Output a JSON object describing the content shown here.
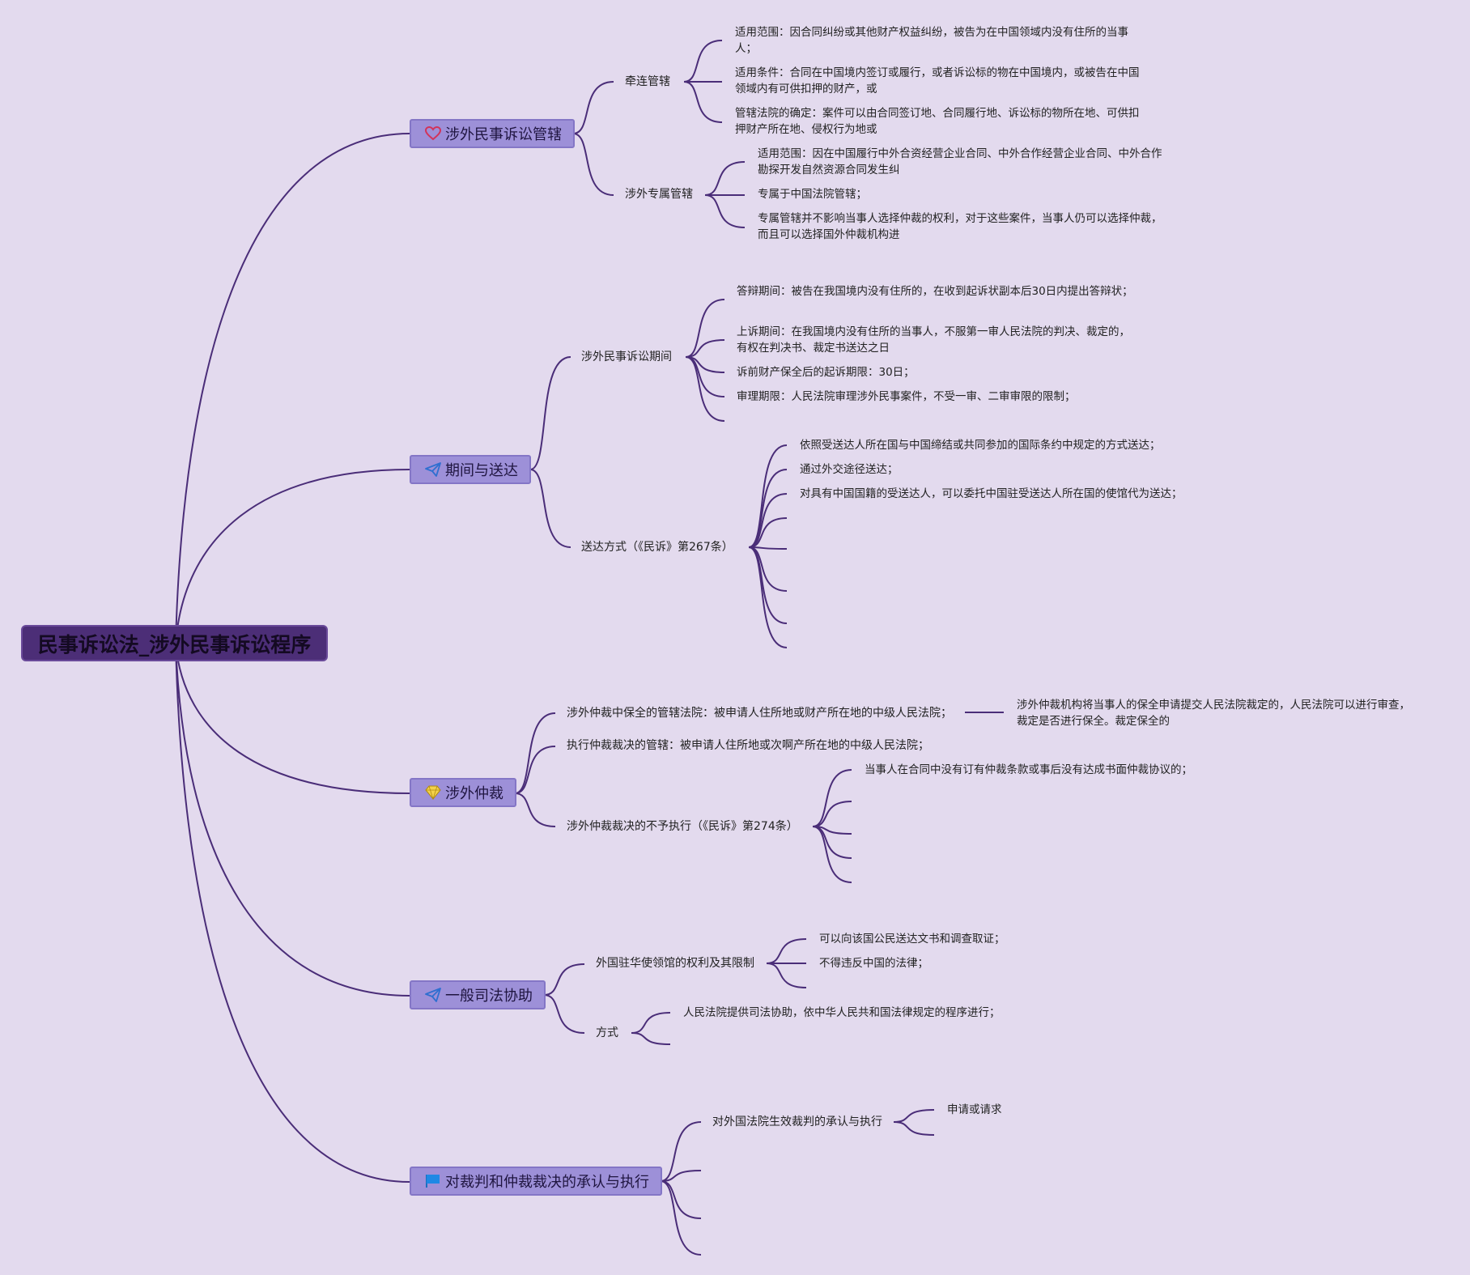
{
  "root": "民事诉讼法_涉外民事诉讼程序",
  "topics": [
    {
      "label": "涉外民事诉讼管辖",
      "icon": "heart-icon",
      "children": [
        {
          "label": "牵连管辖",
          "leaves": [
            "适用范围：因合同纠纷或其他财产权益纠纷，被告为在中国领域内没有住所的当事人；",
            "适用条件：合同在中国境内签订或履行，或者诉讼标的物在中国境内，或被告在中国领域内有可供扣押的财产，或",
            "管辖法院的确定：案件可以由合同签订地、合同履行地、诉讼标的物所在地、可供扣押财产所在地、侵权行为地或"
          ]
        },
        {
          "label": "涉外专属管辖",
          "leaves": [
            "适用范围：因在中国履行中外合资经营企业合同、中外合作经营企业合同、中外合作勘探开发自然资源合同发生纠",
            "专属于中国法院管辖；",
            "专属管辖并不影响当事人选择仲裁的权利，对于这些案件，当事人仍可以选择仲裁，而且可以选择国外仲裁机构进"
          ]
        }
      ]
    },
    {
      "label": "期间与送达",
      "icon": "paper-plane-icon",
      "children": [
        {
          "label": "涉外民事诉讼期间",
          "leaves": [
            "答辩期间：被告在我国境内没有住所的，在收到起诉状副本后30日内提出答辩状；",
            "上诉期间：在我国境内没有住所的当事人，不服第一审人民法院的判决、裁定的，有权在判决书、裁定书送达之日",
            "诉前财产保全后的起诉期限：30日；",
            "审理期限：人民法院审理涉外民事案件，不受一审、二审审限的限制；"
          ]
        },
        {
          "label": "送达方式（《民诉》第267条）",
          "leaves": [
            "依照受送达人所在国与中国缔结或共同参加的国际条约中规定的方式送达；",
            "通过外交途径送达；",
            "对具有中国国籍的受送达人，可以委托中国驻受送达人所在国的使馆代为送达；"
          ]
        }
      ]
    },
    {
      "label": "涉外仲裁",
      "icon": "gem-icon",
      "children": [
        {
          "label": "涉外仲裁中保全的管辖法院：被申请人住所地或财产所在地的中级人民法院；",
          "leaves": [
            "涉外仲裁机构将当事人的保全申请提交人民法院裁定的，人民法院可以进行审查，裁定是否进行保全。裁定保全的"
          ]
        },
        {
          "label": "执行仲裁裁决的管辖：被申请人住所地或次啊产所在地的中级人民法院；",
          "leaves": []
        },
        {
          "label": "涉外仲裁裁决的不予执行（《民诉》第274条）",
          "leaves": [
            "当事人在合同中没有订有仲裁条款或事后没有达成书面仲裁协议的；"
          ]
        }
      ]
    },
    {
      "label": "一般司法协助",
      "icon": "paper-plane-icon",
      "children": [
        {
          "label": "外国驻华使领馆的权利及其限制",
          "leaves": [
            "可以向该国公民送达文书和调查取证；",
            "不得违反中国的法律；"
          ]
        },
        {
          "label": "方式",
          "leaves": [
            "人民法院提供司法协助，依中华人民共和国法律规定的程序进行；"
          ]
        }
      ]
    },
    {
      "label": "对裁判和仲裁裁决的承认与执行",
      "icon": "flag-icon",
      "children": [
        {
          "label": "对外国法院生效裁判的承认与执行",
          "leaves": [
            "申请或请求"
          ]
        }
      ]
    }
  ],
  "colors": {
    "background": "#e3daee",
    "root_fill": "#4c2e77",
    "topic_fill": "#9d90d8",
    "line": "#4a2d78"
  }
}
